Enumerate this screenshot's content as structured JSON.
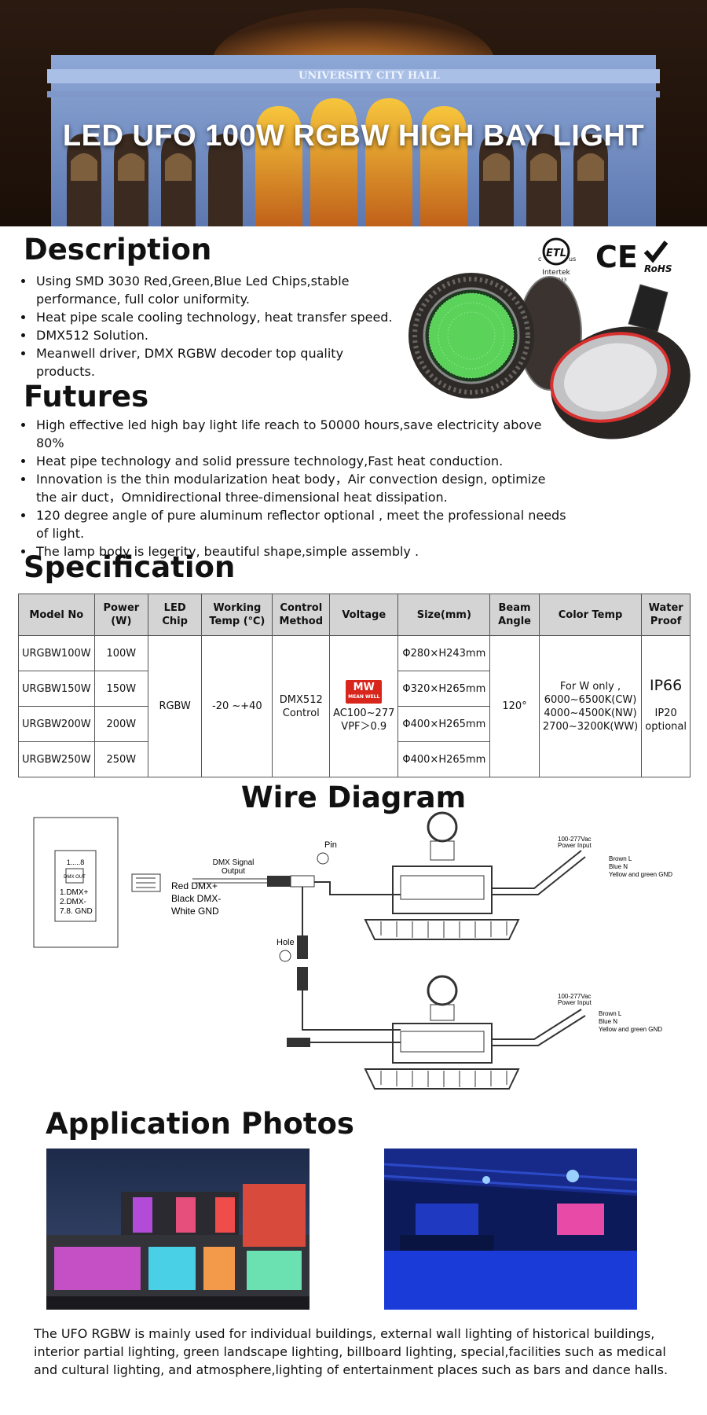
{
  "hero": {
    "title": "LED UFO 100W RGBW HIGH BAY LIGHT",
    "building_sign": "UNIVERSITY CITY HALL"
  },
  "certs": {
    "etl_mark": "ETL",
    "etl_c": "c",
    "etl_us": "us",
    "etl_maker": "Intertek",
    "etl_number": "5004833",
    "ce": "CE",
    "rohs": "RoHS"
  },
  "description": {
    "heading": "Description",
    "items": [
      "Using SMD 3030 Red,Green,Blue Led Chips,stable performance, full color uniformity.",
      "Heat pipe scale cooling technology, heat transfer speed.",
      "DMX512 Solution.",
      "Meanwell driver, DMX RGBW decoder top quality products."
    ]
  },
  "futures": {
    "heading": "Futures",
    "items": [
      "High effective led high bay light life reach to 50000 hours,save electricity above 80%",
      "Heat pipe technology and solid pressure technology,Fast heat conduction.",
      "Innovation is the thin modularization heat body，Air convection design, optimize the air duct，Omnidirectional three-dimensional heat dissipation.",
      "120 degree angle of pure aluminum reflector optional , meet the professional needs of light.",
      "The lamp body is legerity, beautiful shape,simple assembly ."
    ]
  },
  "specification": {
    "heading": "Specification",
    "headers": [
      "Model No",
      "Power (W)",
      "LED Chip",
      "Working Temp (℃)",
      "Control Method",
      "Voltage",
      "Size(mm)",
      "Beam Angle",
      "Color Temp",
      "Water Proof"
    ],
    "rows": [
      {
        "model": "URGBW100W",
        "power": "100W",
        "size": "Φ280×H243mm"
      },
      {
        "model": "URGBW150W",
        "power": "150W",
        "size": "Φ320×H265mm"
      },
      {
        "model": "URGBW200W",
        "power": "200W",
        "size": "Φ400×H265mm"
      },
      {
        "model": "URGBW250W",
        "power": "250W",
        "size": "Φ400×H265mm"
      }
    ],
    "led_chip": "RGBW",
    "working_temp": "-20 ~+40",
    "control_method": "DMX512 Control",
    "voltage_logo": "MW",
    "voltage_logo_sub": "MEAN WELL",
    "voltage_range": "AC100~277",
    "voltage_pf": "VPF＞0.9",
    "beam_angle": "120°",
    "color_temp_lines": [
      "For W only ,",
      "6000~6500K(CW)",
      "4000~4500K(NW)",
      "2700~3200K(WW)"
    ],
    "waterproof_main": "IP66",
    "waterproof_alt": "IP20 optional"
  },
  "wire_diagram": {
    "heading": "Wire Diagram",
    "port_range": "1.....8",
    "port_label": "DMX OUT",
    "pins": [
      "1.DMX+",
      "2.DMX-",
      "7.8. GND"
    ],
    "dmx_signal": "DMX Signal",
    "dmx_output": "Output",
    "wire_red": "Red DMX+",
    "wire_black": "Black DMX-",
    "wire_white": "White GND",
    "pin_label": "Pin",
    "hole_label": "Hole",
    "power_input_1": "100-277Vac",
    "power_input_2": "Power Input",
    "brown": "Brown  L",
    "blue": "Blue    N",
    "yg": "Yellow and green   GND"
  },
  "application": {
    "heading": "Application Photos",
    "description": "The UFO RGBW is mainly used for individual buildings, external wall lighting of historical buildings, interior partial lighting, green landscape lighting, billboard lighting, special,facilities such as medical and cultural lighting, and atmosphere,lighting of entertainment places such as bars and dance halls."
  },
  "colors": {
    "header_gray": "#d4d4d4",
    "meanwell_red": "#d8261c",
    "lamp_green": "#5bd35b",
    "lamp_red_ring": "#d93030"
  }
}
